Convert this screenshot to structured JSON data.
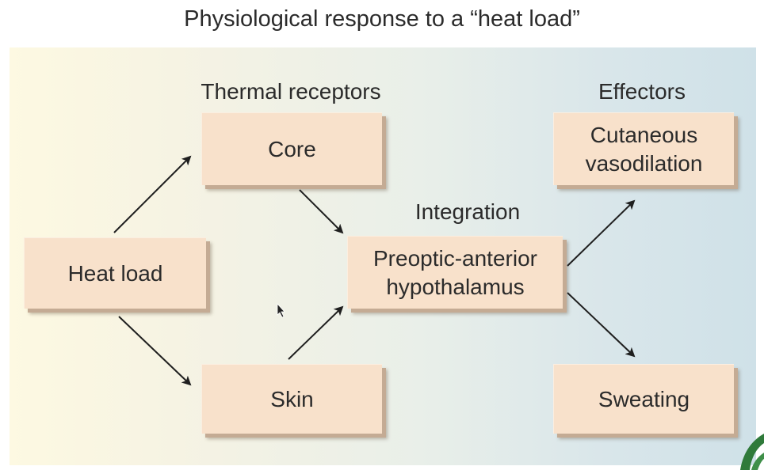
{
  "title": "Physiological response to a “heat load”",
  "column_labels": {
    "receptors": "Thermal receptors",
    "integration": "Integration",
    "effectors": "Effectors"
  },
  "boxes": {
    "heat_load": "Heat load",
    "core": "Core",
    "skin": "Skin",
    "hypothalamus_line1": "Preoptic-anterior",
    "hypothalamus_line2": "hypothalamus",
    "vasodilation_line1": "Cutaneous",
    "vasodilation_line2": "vasodilation",
    "sweating": "Sweating"
  },
  "colors": {
    "box_fill": "#f8e1cb",
    "arrow": "#1f1f1f",
    "panel_left": "#fdf9e2",
    "panel_right": "#cfe1e8",
    "leaf": "#2f7a3a"
  }
}
